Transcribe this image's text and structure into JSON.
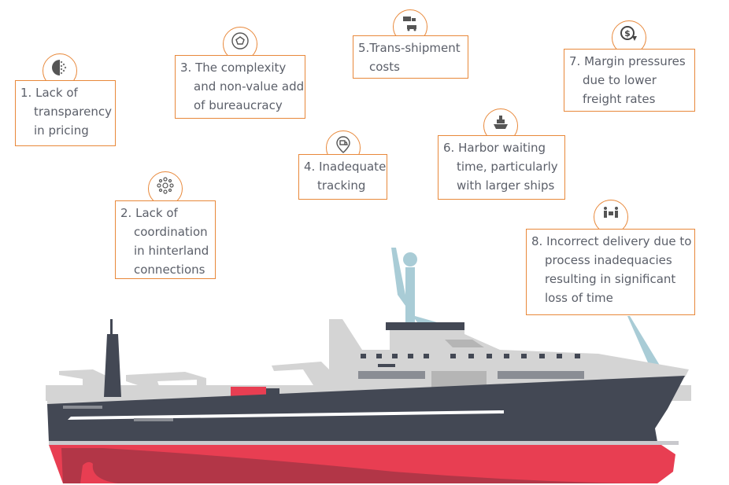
{
  "challenges": [
    {
      "number": "1.",
      "lines": [
        "Lack of",
        "transparency",
        "in pricing"
      ],
      "icon": "half-dotted-circle-icon"
    },
    {
      "number": "2.",
      "lines": [
        "Lack of",
        "coordination",
        "in hinterland",
        "connections"
      ],
      "icon": "network-nodes-icon"
    },
    {
      "number": "3.",
      "lines": [
        "The complexity",
        "and non-value add",
        "of bureaucracy"
      ],
      "icon": "dodecahedron-icon"
    },
    {
      "number": "4.",
      "lines": [
        "Inadequate",
        "tracking"
      ],
      "icon": "truck-location-icon"
    },
    {
      "number": "5.",
      "lines": [
        "Trans-shipment",
        "costs"
      ],
      "icon": "truck-crane-icon"
    },
    {
      "number": "6.",
      "lines": [
        "Harbor waiting",
        "time, particularly",
        "with larger ships"
      ],
      "icon": "ship-icon"
    },
    {
      "number": "7.",
      "lines": [
        "Margin pressures",
        "due to lower",
        "freight rates"
      ],
      "icon": "dollar-down-icon"
    },
    {
      "number": "8.",
      "lines": [
        "Incorrect delivery due to",
        "process inadequacies",
        "resulting in significant",
        "loss of time"
      ],
      "icon": "delivery-people-icon"
    }
  ],
  "colors": {
    "accent": "#e8883a",
    "text": "#5b5f69",
    "hull": "#434854",
    "hull_red": "#e83e52",
    "hull_red_dark": "#b23647",
    "superstructure": "#d4d4d4",
    "mast": "#a9ccd6"
  }
}
